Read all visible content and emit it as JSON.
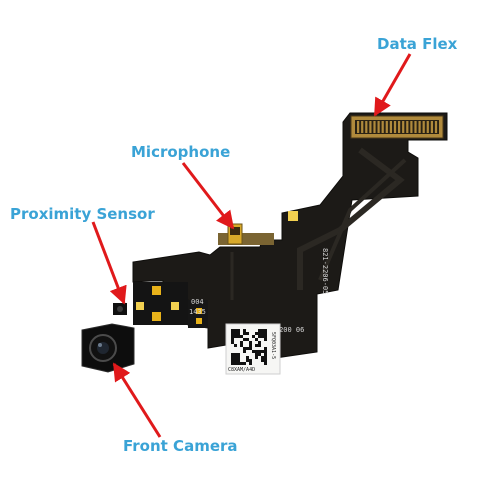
{
  "colors": {
    "callout_text": "#3aa3d6",
    "arrow": "#e0191b",
    "flex_cable": "#1c1a17",
    "flex_border": "#0e0d0b",
    "trace": "#2b2823",
    "stiffener": "#141414",
    "connector_gold": "#b08a3c",
    "contact_amber": "#e8b21a",
    "contact_bright": "#f2d050",
    "sticker": "#f6f6f4"
  },
  "callouts": {
    "data_flex": "Data Flex",
    "microphone": "Microphone",
    "proximity_sensor": "Proximity Sensor",
    "front_camera": "Front Camera"
  },
  "board_print": {
    "marking_1": "004",
    "marking_2": "1435",
    "part_no_vertical": "821-2206-05",
    "part_no": "821 2200 06",
    "sticker_code_1": "5FQ03A1-5",
    "sticker_code_2": "C8XAM/A4D"
  }
}
